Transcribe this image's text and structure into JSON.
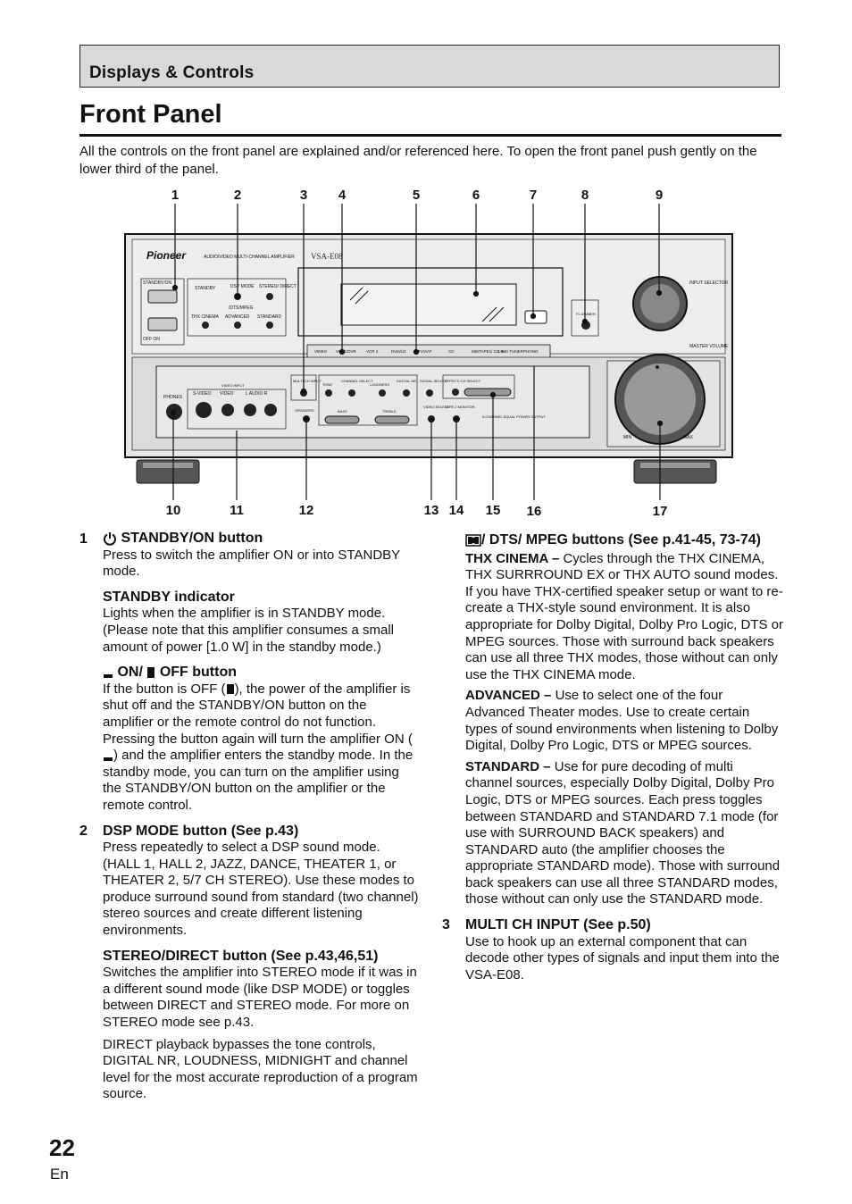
{
  "header": {
    "section": "Displays & Controls",
    "title": "Front Panel",
    "intro": "All the controls on the front panel are explained and/or referenced here. To open the front panel push gently on the lower third of the panel."
  },
  "figure": {
    "callouts_top": [
      "1",
      "2",
      "3",
      "4",
      "5",
      "6",
      "7",
      "8",
      "9"
    ],
    "callouts_bottom": [
      "10",
      "11",
      "12",
      "13",
      "14",
      "15",
      "16",
      "17"
    ],
    "panel": {
      "brand": "Pioneer",
      "product_line": "AUDIO/VIDEO MULTI-CHANNEL AMPLIFIER",
      "model": "VSA-E08",
      "standby_on": "STANDBY/ON",
      "standby": "STANDBY",
      "off_on": "OFF  ON",
      "dsp_mode": "DSP MODE",
      "stereo_direct": "STEREO/ DIRECT",
      "thx_mpeg": "/DTS/MPEG",
      "thx_cinema": "THX CINEMA",
      "advanced": "ADVANCED",
      "standard": "STANDARD",
      "fl_dimmer": "FL DIMMER",
      "input_selector": "INPUT SELECTOR",
      "master_volume": "MASTER VOLUME",
      "inputs": [
        "VIDEO",
        "VCR1/DVR",
        "VCR 2",
        "DVD/LD",
        "TV/SAT",
        "CD",
        "MD/TAPE1/ CD-R",
        "LINE/ TUNER",
        "PHONO"
      ],
      "phones": "PHONES",
      "video_input": "VIDEO INPUT",
      "svideo": "S-VIDEO",
      "video": "VIDEO",
      "audio_lr": "L  AUDIO  R",
      "multi_ch_input": "MULTI CH INPUT",
      "speakers": "SPEAKERS",
      "tone": "TONE",
      "channel_select": "CHANNEL SELECT",
      "loudness": "LOUDNESS",
      "digital_nr": "DIGITAL NR",
      "signal_select": "SIGNAL SELECT",
      "effect_ch_select": "EFFECT/ CH SELECT",
      "bass": "BASS",
      "treble": "TREBLE",
      "video_select": "VIDEO SELECT",
      "tape2_monitor": "TAPE 2 MONITOR",
      "five_ch": "5-CHANNEL EQUAL POWER OUTPUT",
      "min": "MIN",
      "max": "MAX"
    }
  },
  "left_column": [
    {
      "number": "1",
      "heading": "STANDBY/ON button",
      "body": "Press to switch the amplifier ON or into STANDBY mode."
    },
    {
      "heading": "STANDBY indicator",
      "body": "Lights when the amplifier is in STANDBY mode. (Please note that this amplifier consumes a small amount of power [1.0 W] in the standby mode.)"
    },
    {
      "heading_on": "ON/",
      "heading_off": "OFF button",
      "body_1": "If the button is OFF (",
      "body_2": "), the power of the amplifier is shut off and the STANDBY/ON button on the amplifier or the remote control do not function.  Pressing the button again will turn the amplifier ON (",
      "body_3": ") and the amplifier enters the standby mode. In the standby mode, you can turn on the amplifier using the STANDBY/ON button on the amplifier or the remote control."
    },
    {
      "number": "2",
      "heading": "DSP MODE button (See p.43)",
      "body": "Press repeatedly to select a DSP sound mode. (HALL 1, HALL 2, JAZZ, DANCE, THEATER 1, or THEATER 2, 5/7 CH STEREO). Use these modes to produce surround sound from standard (two channel) stereo sources and create different listening environments."
    },
    {
      "heading": "STEREO/DIRECT button (See p.43,46,51)",
      "body": "Switches the amplifier into STEREO mode if it was in a different sound mode (like DSP MODE) or toggles between DIRECT and STEREO mode. For more on STEREO mode see p.43.",
      "body2": "DIRECT playback bypasses the tone controls, DIGITAL NR, LOUDNESS, MIDNIGHT and channel level for the most accurate reproduction of a program source."
    }
  ],
  "right_column": {
    "thx_heading": "/ DTS/ MPEG buttons (See p.41-45, 73-74)",
    "paragraphs": [
      {
        "lead": "THX CINEMA –",
        "text": " Cycles through the THX CINEMA, THX SURRROUND EX  or THX AUTO sound modes. If you have THX-certified speaker setup or want to re-create a THX-style sound environment. It is also appropriate for Dolby Digital, Dolby Pro Logic, DTS or MPEG sources. Those with surround back speakers can use all three THX modes, those without can only use the THX CINEMA mode."
      },
      {
        "lead": "ADVANCED –",
        "text": " Use to select one of the four Advanced Theater modes. Use to create certain types of sound environments when listening to Dolby Digital, Dolby Pro Logic, DTS or MPEG sources."
      },
      {
        "lead": "STANDARD –",
        "text": " Use for pure decoding of multi channel sources, especially Dolby Digital, Dolby Pro Logic, DTS or MPEG sources. Each press toggles between STANDARD and STANDARD 7.1 mode (for use with SURROUND BACK speakers) and STANDARD auto (the amplifier chooses the appropriate STANDARD mode). Those with surround back speakers can use all three STANDARD modes, those without can only use the STANDARD mode."
      }
    ],
    "item3": {
      "number": "3",
      "heading": "MULTI CH INPUT (See p.50)",
      "body": "Use to hook up an external component that can decode other types of signals and input them into the VSA-E08."
    }
  },
  "footer": {
    "page": "22",
    "lang": "En"
  }
}
